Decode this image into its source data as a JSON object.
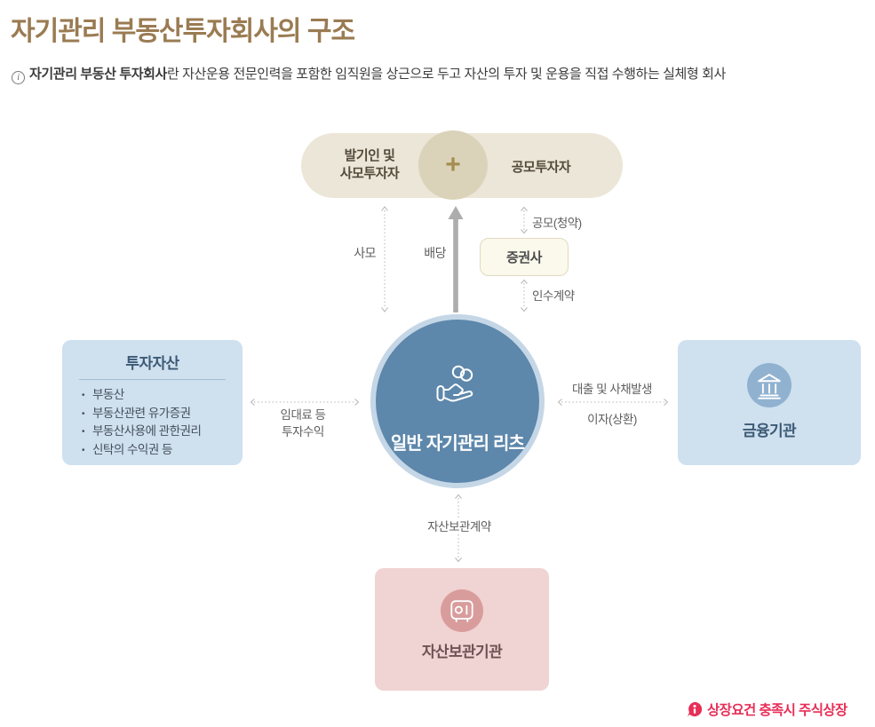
{
  "header": {
    "title": "자기관리 부동산투자회사의 구조",
    "note_bold": "자기관리 부동산 투자회사",
    "note_rest": "란 자산운용 전문인력을 포함한 임직원을 상근으로 두고 자산의 투자 및 운용을 직접 수행하는 실체형 회사",
    "note_icon_glyph": "i"
  },
  "diagram": {
    "top_group": {
      "founders_line1": "발기인 및",
      "founders_line2": "사모투자자",
      "plus": "+",
      "public_investors": "공모투자자"
    },
    "labels": {
      "private_placement": "사모",
      "dividend": "배당",
      "public_offering": "공모(청약)",
      "underwriting": "인수계약",
      "rent_line1": "임대료 등",
      "rent_line2": "투자수익",
      "loan": "대출 및 사채발생",
      "interest": "이자(상환)",
      "custody_contract": "자산보관계약"
    },
    "securities_box": "증권사",
    "center_circle": "일반 자기관리 리츠",
    "assets_box": {
      "title": "투자자산",
      "items": [
        "부동산",
        "부동산관련 유가증권",
        "부동산사용에 관한권리",
        "신탁의 수익권 등"
      ]
    },
    "finance_box": "금융기관",
    "custody_box": "자산보관기관",
    "footnote": "상장요건 충족시 주식상장"
  },
  "colors": {
    "title_brown": "#9a7b52",
    "pill_bg": "#ebe6d7",
    "plus_circle_bg": "#dbd3b9",
    "plus_sign": "#a58d50",
    "securities_bg": "#fbf8ec",
    "circle_ring": "#c5d7e6",
    "circle_fill": "#5d87ab",
    "blue_box_bg": "#cfe0ef",
    "blue_title": "#3c5a75",
    "bank_disc": "#90b2d0",
    "pink_box_bg": "#f0d3d3",
    "pink_disc": "#d99c9c",
    "pink_title": "#6d5254",
    "accent_red": "#e72e57",
    "connector_gray": "#b4b4b4",
    "solid_arrow_gray": "#adadad"
  }
}
